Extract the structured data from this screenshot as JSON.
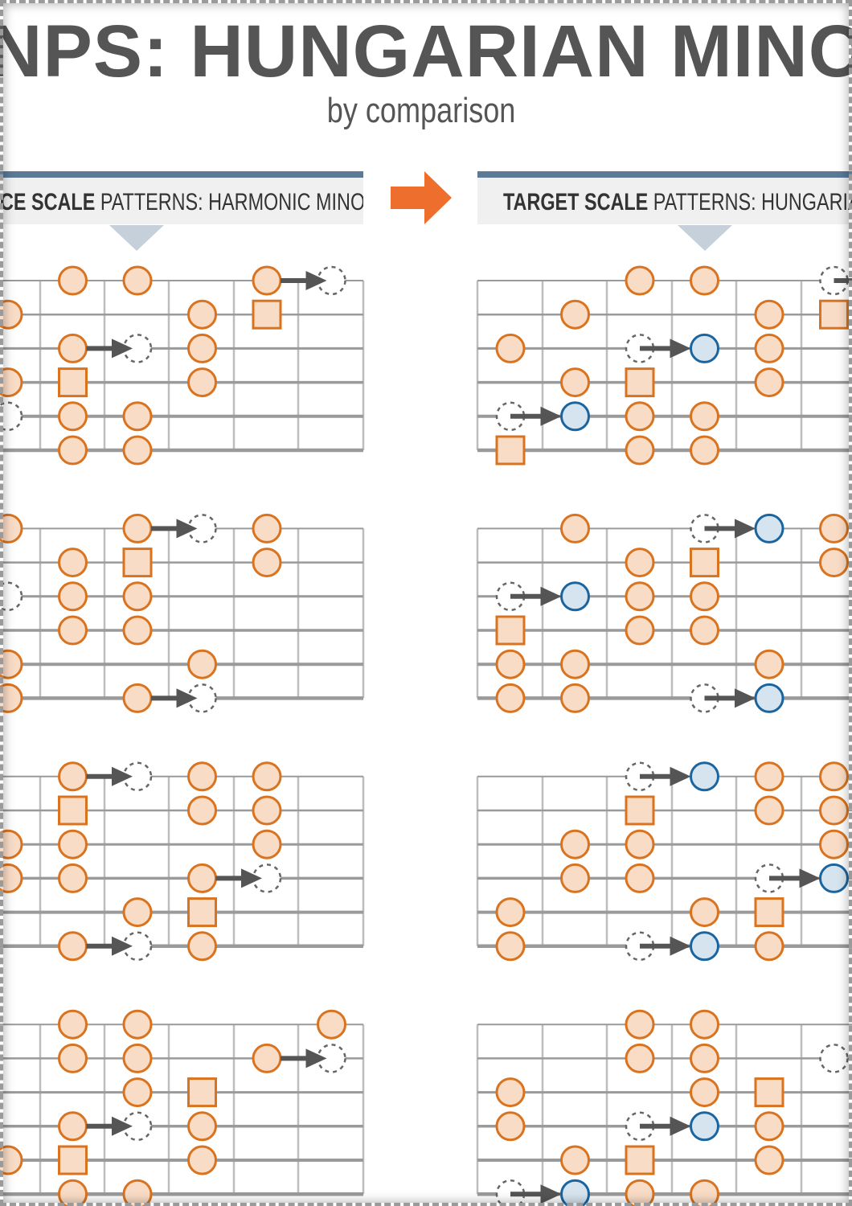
{
  "title": "NPS: HUNGARIAN MINO",
  "subtitle": "by comparison",
  "source_panel": {
    "bold": "CE SCALE",
    "rest": " PATTERNS: HARMONIC MINOR"
  },
  "target_panel": {
    "bold": "TARGET SCALE",
    "rest": " PATTERNS: HUNGARIAN"
  },
  "colors": {
    "note_fill": "#f9dcc6",
    "note_stroke": "#d9731f",
    "target_fill": "#d6e4ef",
    "target_stroke": "#1a65a0",
    "arrow": "#555555",
    "header_bar": "#5a7a96",
    "orange_arrow": "#ee6f2d"
  },
  "boards": {
    "source": [
      {
        "notes": [
          [
            0,
            1,
            "c"
          ],
          [
            0,
            2,
            "c"
          ],
          [
            0,
            4,
            "c"
          ],
          [
            0,
            5,
            "g"
          ],
          [
            1,
            0,
            "c"
          ],
          [
            1,
            3,
            "c"
          ],
          [
            1,
            4,
            "r"
          ],
          [
            2,
            1,
            "c"
          ],
          [
            2,
            2,
            "g"
          ],
          [
            2,
            3,
            "c"
          ],
          [
            3,
            0,
            "c"
          ],
          [
            3,
            1,
            "r"
          ],
          [
            3,
            3,
            "c"
          ],
          [
            4,
            0,
            "g"
          ],
          [
            4,
            1,
            "c"
          ],
          [
            4,
            2,
            "c"
          ],
          [
            5,
            1,
            "c"
          ],
          [
            5,
            2,
            "c"
          ]
        ],
        "arrows": [
          [
            0,
            4,
            5
          ],
          [
            2,
            1,
            2
          ]
        ]
      },
      {
        "notes": [
          [
            0,
            0,
            "c"
          ],
          [
            0,
            2,
            "c"
          ],
          [
            0,
            3,
            "g"
          ],
          [
            0,
            4,
            "c"
          ],
          [
            1,
            1,
            "c"
          ],
          [
            1,
            2,
            "r"
          ],
          [
            1,
            4,
            "c"
          ],
          [
            2,
            0,
            "g"
          ],
          [
            2,
            1,
            "c"
          ],
          [
            2,
            2,
            "c"
          ],
          [
            3,
            1,
            "c"
          ],
          [
            3,
            2,
            "c"
          ],
          [
            4,
            0,
            "c"
          ],
          [
            4,
            3,
            "c"
          ],
          [
            5,
            0,
            "c"
          ],
          [
            5,
            2,
            "c"
          ],
          [
            5,
            3,
            "g"
          ]
        ],
        "arrows": [
          [
            0,
            2,
            3
          ],
          [
            5,
            2,
            3
          ]
        ]
      },
      {
        "notes": [
          [
            0,
            1,
            "c"
          ],
          [
            0,
            2,
            "g"
          ],
          [
            0,
            3,
            "c"
          ],
          [
            0,
            4,
            "c"
          ],
          [
            1,
            1,
            "r"
          ],
          [
            1,
            3,
            "c"
          ],
          [
            1,
            4,
            "c"
          ],
          [
            2,
            0,
            "c"
          ],
          [
            2,
            1,
            "c"
          ],
          [
            2,
            4,
            "c"
          ],
          [
            3,
            0,
            "c"
          ],
          [
            3,
            1,
            "c"
          ],
          [
            3,
            3,
            "c"
          ],
          [
            3,
            4,
            "g"
          ],
          [
            4,
            2,
            "c"
          ],
          [
            4,
            3,
            "r"
          ],
          [
            5,
            1,
            "c"
          ],
          [
            5,
            2,
            "g"
          ],
          [
            5,
            3,
            "c"
          ]
        ],
        "arrows": [
          [
            0,
            1,
            2
          ],
          [
            3,
            3,
            4
          ],
          [
            5,
            1,
            2
          ]
        ]
      },
      {
        "notes": [
          [
            0,
            1,
            "c"
          ],
          [
            0,
            2,
            "c"
          ],
          [
            0,
            5,
            "c"
          ],
          [
            1,
            1,
            "c"
          ],
          [
            1,
            2,
            "c"
          ],
          [
            1,
            4,
            "c"
          ],
          [
            1,
            5,
            "g"
          ],
          [
            2,
            2,
            "c"
          ],
          [
            2,
            3,
            "r"
          ],
          [
            3,
            1,
            "c"
          ],
          [
            3,
            2,
            "g"
          ],
          [
            3,
            3,
            "c"
          ],
          [
            4,
            0,
            "c"
          ],
          [
            4,
            1,
            "r"
          ],
          [
            4,
            3,
            "c"
          ],
          [
            5,
            1,
            "c"
          ],
          [
            5,
            2,
            "c"
          ]
        ],
        "arrows": [
          [
            1,
            4,
            5
          ],
          [
            3,
            1,
            2
          ]
        ]
      }
    ],
    "target": [
      {
        "notes": [
          [
            0,
            2,
            "c"
          ],
          [
            0,
            3,
            "c"
          ],
          [
            0,
            5,
            "g"
          ],
          [
            1,
            1,
            "c"
          ],
          [
            1,
            4,
            "c"
          ],
          [
            1,
            5,
            "r"
          ],
          [
            2,
            0,
            "c"
          ],
          [
            2,
            2,
            "g"
          ],
          [
            2,
            3,
            "b"
          ],
          [
            2,
            4,
            "c"
          ],
          [
            3,
            1,
            "c"
          ],
          [
            3,
            2,
            "r"
          ],
          [
            3,
            4,
            "c"
          ],
          [
            4,
            0,
            "g"
          ],
          [
            4,
            1,
            "b"
          ],
          [
            4,
            2,
            "c"
          ],
          [
            4,
            3,
            "c"
          ],
          [
            5,
            0,
            "r"
          ],
          [
            5,
            2,
            "c"
          ],
          [
            5,
            3,
            "c"
          ]
        ],
        "arrows": [
          [
            2,
            2,
            3
          ],
          [
            4,
            0,
            1
          ],
          [
            0,
            5,
            6
          ]
        ]
      },
      {
        "notes": [
          [
            0,
            1,
            "c"
          ],
          [
            0,
            3,
            "g"
          ],
          [
            0,
            4,
            "b"
          ],
          [
            0,
            5,
            "c"
          ],
          [
            1,
            2,
            "c"
          ],
          [
            1,
            3,
            "r"
          ],
          [
            1,
            5,
            "c"
          ],
          [
            2,
            0,
            "g"
          ],
          [
            2,
            1,
            "b"
          ],
          [
            2,
            2,
            "c"
          ],
          [
            2,
            3,
            "c"
          ],
          [
            3,
            0,
            "r"
          ],
          [
            3,
            2,
            "c"
          ],
          [
            3,
            3,
            "c"
          ],
          [
            4,
            0,
            "c"
          ],
          [
            4,
            1,
            "c"
          ],
          [
            4,
            4,
            "c"
          ],
          [
            5,
            0,
            "c"
          ],
          [
            5,
            1,
            "c"
          ],
          [
            5,
            3,
            "g"
          ],
          [
            5,
            4,
            "b"
          ]
        ],
        "arrows": [
          [
            0,
            3,
            4
          ],
          [
            2,
            0,
            1
          ],
          [
            5,
            3,
            4
          ]
        ]
      },
      {
        "notes": [
          [
            0,
            2,
            "g"
          ],
          [
            0,
            3,
            "b"
          ],
          [
            0,
            4,
            "c"
          ],
          [
            0,
            5,
            "c"
          ],
          [
            1,
            2,
            "r"
          ],
          [
            1,
            4,
            "c"
          ],
          [
            1,
            5,
            "c"
          ],
          [
            2,
            1,
            "c"
          ],
          [
            2,
            2,
            "c"
          ],
          [
            2,
            5,
            "c"
          ],
          [
            3,
            1,
            "c"
          ],
          [
            3,
            2,
            "c"
          ],
          [
            3,
            4,
            "g"
          ],
          [
            3,
            5,
            "b"
          ],
          [
            4,
            0,
            "c"
          ],
          [
            4,
            3,
            "c"
          ],
          [
            4,
            4,
            "r"
          ],
          [
            5,
            0,
            "c"
          ],
          [
            5,
            2,
            "g"
          ],
          [
            5,
            3,
            "b"
          ],
          [
            5,
            4,
            "c"
          ]
        ],
        "arrows": [
          [
            0,
            2,
            3
          ],
          [
            3,
            4,
            5
          ],
          [
            5,
            2,
            3
          ]
        ]
      },
      {
        "notes": [
          [
            0,
            2,
            "c"
          ],
          [
            0,
            3,
            "c"
          ],
          [
            1,
            2,
            "c"
          ],
          [
            1,
            3,
            "c"
          ],
          [
            1,
            5,
            "g"
          ],
          [
            2,
            0,
            "c"
          ],
          [
            2,
            3,
            "c"
          ],
          [
            2,
            4,
            "r"
          ],
          [
            3,
            0,
            "c"
          ],
          [
            3,
            2,
            "g"
          ],
          [
            3,
            3,
            "b"
          ],
          [
            3,
            4,
            "c"
          ],
          [
            4,
            1,
            "c"
          ],
          [
            4,
            2,
            "r"
          ],
          [
            4,
            4,
            "c"
          ],
          [
            5,
            0,
            "g"
          ],
          [
            5,
            1,
            "b"
          ],
          [
            5,
            2,
            "c"
          ],
          [
            5,
            3,
            "c"
          ]
        ],
        "arrows": [
          [
            3,
            2,
            3
          ],
          [
            5,
            0,
            1
          ]
        ]
      }
    ]
  }
}
